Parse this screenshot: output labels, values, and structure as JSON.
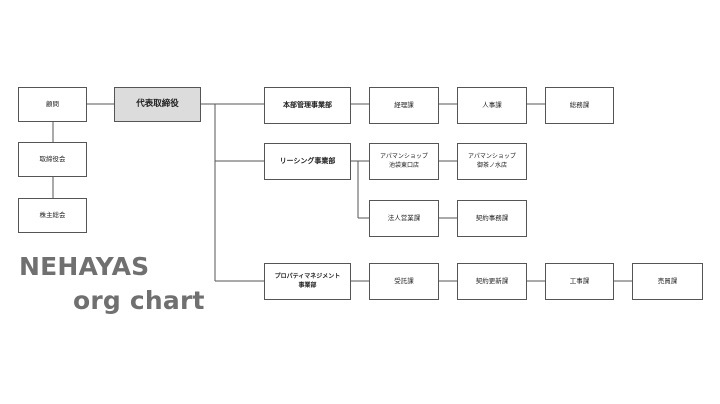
{
  "title": {
    "line1": "NEHAYAS",
    "line2": "org chart"
  },
  "nodes": {
    "advisor": "顧問",
    "board": "取締役会",
    "shareholders": "株主総会",
    "ceo": "代表取締役",
    "hq": "本部管理事業部",
    "hq_accounting": "経理課",
    "hq_hr": "人事課",
    "hq_general": "総務課",
    "leasing": "リーシング事業部",
    "leasing_ikebukuro": "アパマンショップ\n池袋東口店",
    "leasing_ochanomizu": "アパマンショップ\n御茶ノ水店",
    "leasing_corporate": "法人営業課",
    "leasing_contract": "契約事務課",
    "pm": "プロパティマネジメント\n事業部",
    "pm_consign": "受託課",
    "pm_renewal": "契約更新課",
    "pm_construction": "工事課",
    "pm_sales": "売買課"
  }
}
